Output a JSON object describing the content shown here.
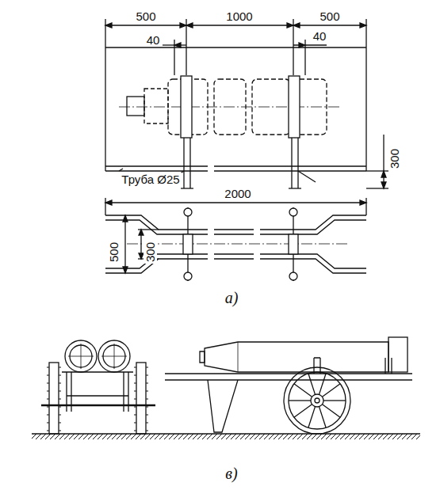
{
  "diagram": {
    "labels": [
      "500",
      "1000",
      "500",
      "40",
      "40",
      "Труба Ø25",
      "300",
      "2000",
      "500",
      "300",
      "а)",
      "в)"
    ]
  }
}
